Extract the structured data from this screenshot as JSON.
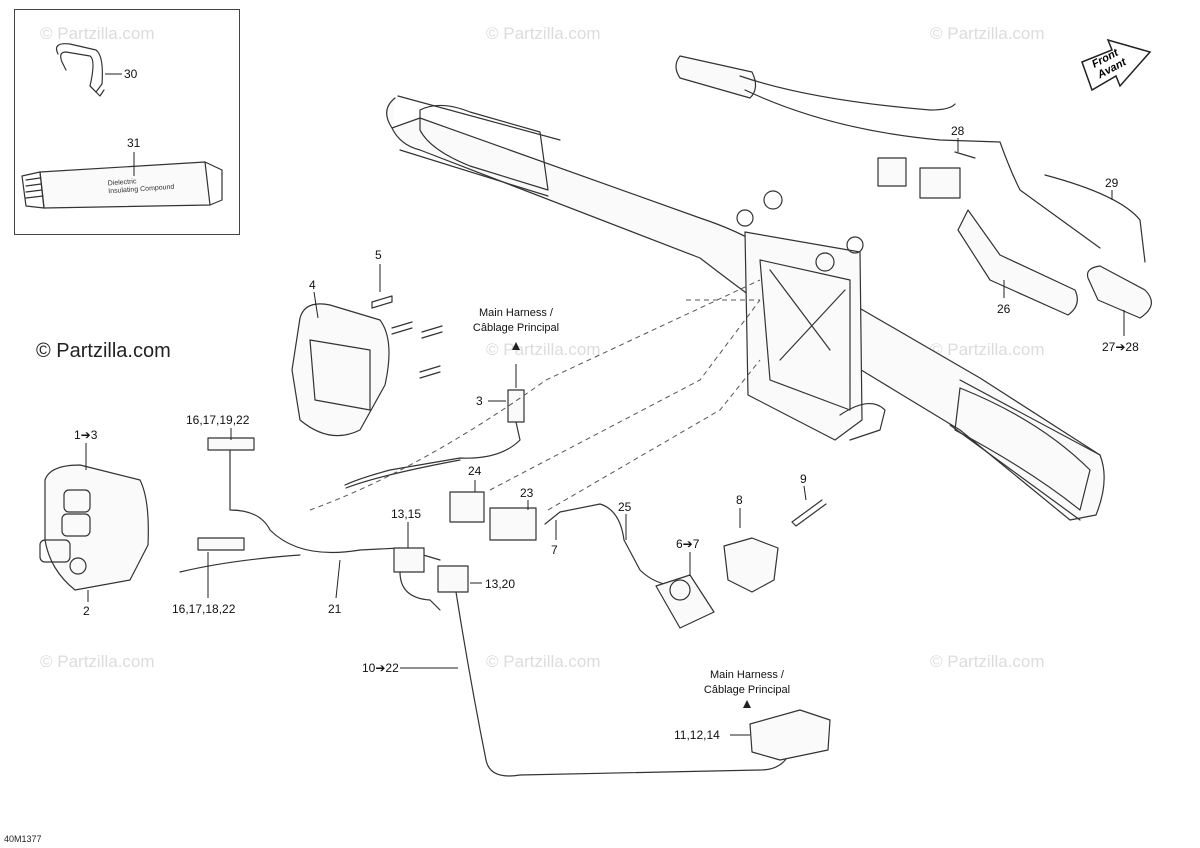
{
  "watermark": "© Partzilla.com",
  "brand": "© Partzilla.com",
  "diagram_code": "40M1377",
  "direction_arrow": {
    "line1": "Front",
    "line2": "Avant"
  },
  "notes": {
    "main_harness_top": {
      "line1": "Main Harness /",
      "line2": "Câblage Principal"
    },
    "main_harness_bottom": {
      "line1": "Main Harness /",
      "line2": "Câblage Principal"
    }
  },
  "tube_label_line1": "Dielectric",
  "tube_label_line2": "Insulating Compound",
  "callouts": {
    "c30": "30",
    "c31": "31",
    "c5": "5",
    "c4": "4",
    "c3": "3",
    "c1to3": "1➔3",
    "c2": "2",
    "c16_17_19_22": "16,17,19,22",
    "c16_17_18_22": "16,17,18,22",
    "c21": "21",
    "c24": "24",
    "c23": "23",
    "c7": "7",
    "c25": "25",
    "c6to7": "6➔7",
    "c13_15": "13,15",
    "c13_20": "13,20",
    "c10to22": "10➔22",
    "c11_12_14": "11,12,14",
    "c8": "8",
    "c9": "9",
    "c28": "28",
    "c29": "29",
    "c26": "26",
    "c27to28": "27➔28"
  }
}
